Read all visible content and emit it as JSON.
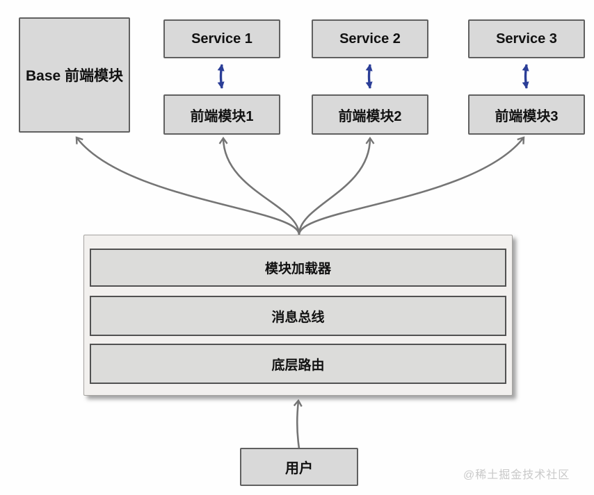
{
  "diagram": {
    "base_box": "Base 前端模块",
    "services": [
      "Service 1",
      "Service 2",
      "Service 3"
    ],
    "modules": [
      "前端模块1",
      "前端模块2",
      "前端模块3"
    ],
    "platform_layers": [
      "模块加载器",
      "消息总线",
      "底层路由"
    ],
    "user_box": "用户",
    "watermark": "@稀土掘金技术社区",
    "colors": {
      "box_fill": "#d9d9d9",
      "box_border": "#606060",
      "platform_fill": "#f2f0ee",
      "platform_border": "#a5a3a0",
      "layer_fill": "#dcdcda",
      "layer_border": "#515151",
      "arrow_gray": "#757575",
      "arrow_blue": "#2b3e97",
      "watermark": "#c9c9c9",
      "text": "#111111"
    }
  }
}
